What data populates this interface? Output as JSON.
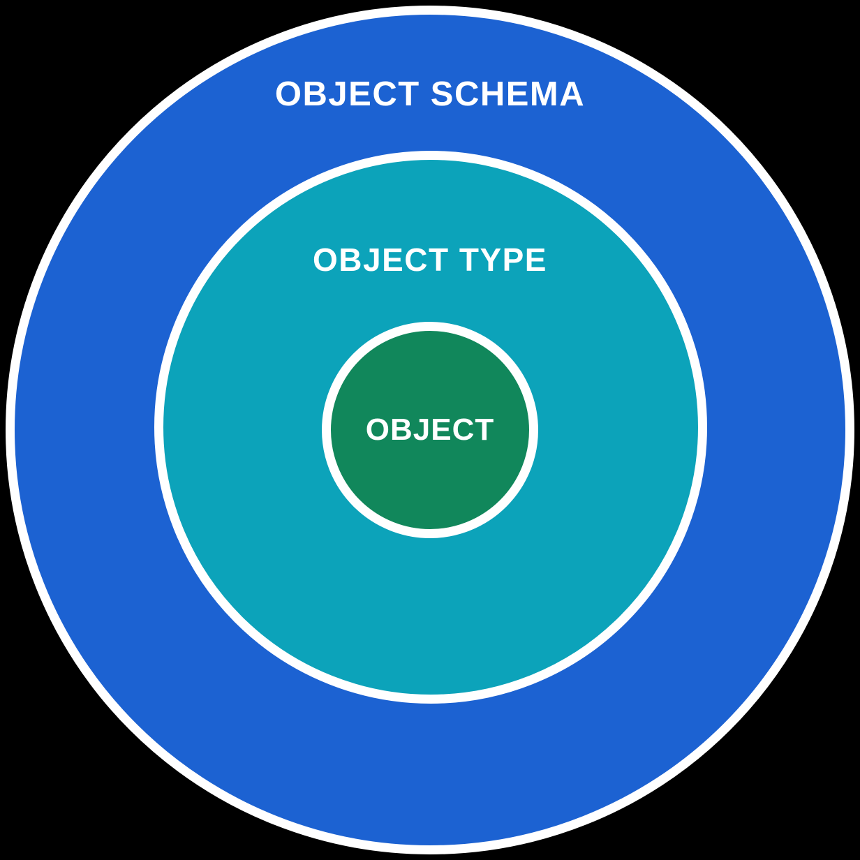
{
  "diagram": {
    "rings": [
      {
        "label": "OBJECT SCHEMA",
        "color": "#1c62d2"
      },
      {
        "label": "OBJECT TYPE",
        "color": "#0ca3ba"
      },
      {
        "label": "OBJECT",
        "color": "#11875b"
      }
    ]
  },
  "colors": {
    "schema-blue": "#1c62d2",
    "type-teal": "#0ca3ba",
    "object-green": "#11875b",
    "ring-border": "#ffffff",
    "label-text": "#ffffff",
    "background": "#000000"
  }
}
